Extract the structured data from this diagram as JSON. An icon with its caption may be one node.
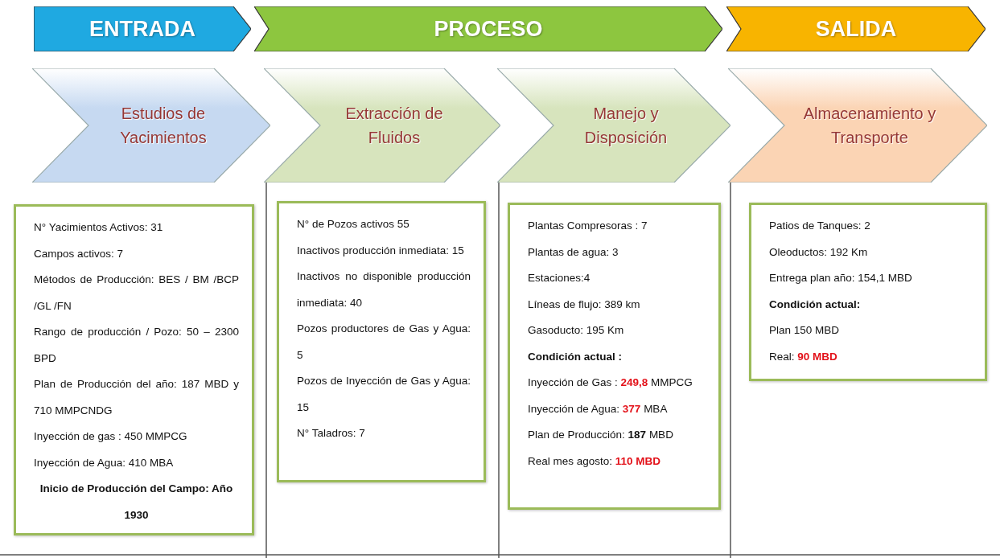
{
  "diagram": {
    "nodes": [
      {
        "text": [
          "ENTRADA"
        ]
      },
      {
        "text": [
          "PROCESO"
        ]
      },
      {
        "text": [
          "SALIDA"
        ]
      },
      {
        "text": [
          "Estudios de Yacimientos"
        ]
      },
      {
        "text": [
          "Extracción de Fluidos"
        ]
      },
      {
        "text": [
          "Manejo y Disposición"
        ]
      },
      {
        "text": [
          "Almacenamiento y Transporte"
        ]
      },
      {
        "text": [
          "N° Yacimientos Activos: 31",
          "Campos activos: 7",
          "Métodos de Producción: BES / BM /BCP /GL /FN",
          "Rango de producción / Pozo: 50 – 2300 BPD",
          "Plan de Producción del año: 187 MBD y 710 MMPCNDG",
          "Inyección de gas : 450 MMPCG",
          "Inyección de Agua: 410 MBA",
          "Inicio de Producción del Campo: Año 1930"
        ]
      },
      {
        "text": [
          "N° de Pozos activos 55",
          "Inactivos producción inmediata: 15",
          "Inactivos no disponible producción inmediata: 40",
          "Pozos productores de Gas y Agua: 5",
          "Pozos de Inyección de Gas y Agua: 15",
          "N° Taladros: 7"
        ]
      },
      {
        "text": [
          "Plantas Compresoras : 7",
          "Plantas de agua: 3",
          "Estaciones:4",
          "Líneas de flujo: 389 km",
          "Gasoducto: 195 Km",
          "Condición actual :",
          "Inyección de Gas : **249,8** MMPCG",
          "Inyección de Agua: **377** MBA",
          "Plan de Producción: **187** MBD",
          "Real mes agosto: **110 MBD**"
        ]
      },
      {
        "text": [
          "Patios de Tanques: 2",
          "Oleoductos: 192 Km",
          "Entrega plan año: 154,1 MBD",
          "Condición actual:",
          "Plan 150 MBD",
          "Real: **90 MBD**"
        ]
      }
    ]
  }
}
